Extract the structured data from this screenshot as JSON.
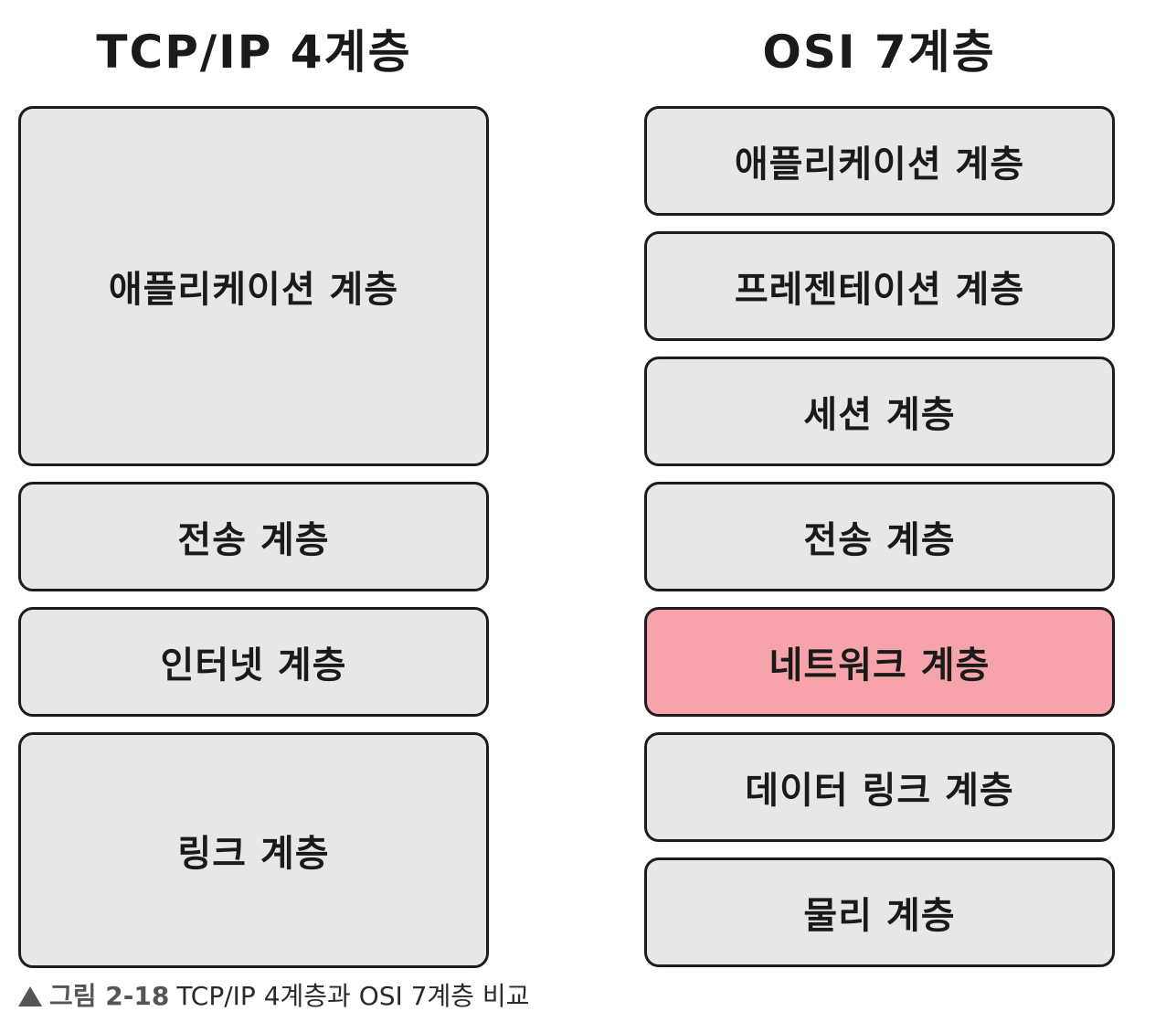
{
  "titles": {
    "left": "TCP/IP 4계층",
    "right": "OSI 7계층"
  },
  "tcp_ip_layers": [
    {
      "label": "애플리케이션 계층"
    },
    {
      "label": "전송 계층"
    },
    {
      "label": "인터넷 계층"
    },
    {
      "label": "링크 계층"
    }
  ],
  "osi_layers": [
    {
      "label": "애플리케이션 계층"
    },
    {
      "label": "프레젠테이션 계층"
    },
    {
      "label": "세션 계층"
    },
    {
      "label": "전송 계층"
    },
    {
      "label": "네트워크 계층",
      "highlighted": true
    },
    {
      "label": "데이터 링크 계층"
    },
    {
      "label": "물리 계층"
    }
  ],
  "colors": {
    "box_fill": "#e7e7e7",
    "box_border": "#1c1c1c",
    "highlight_fill": "#f6a3ab"
  },
  "caption": {
    "figure_label": "그림 2-18",
    "text": "TCP/IP 4계층과 OSI 7계층 비교"
  }
}
